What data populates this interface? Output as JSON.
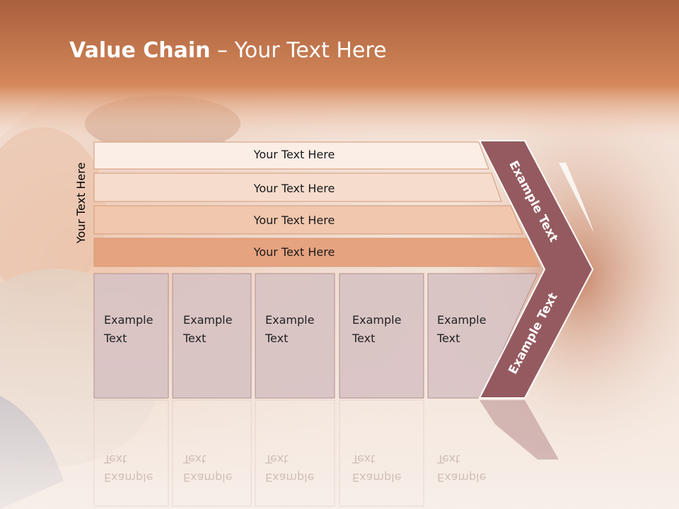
{
  "slide": {
    "title_bold": "Value Chain",
    "title_rest": " – Your Text Here",
    "side_label": "Your Text Here"
  },
  "bars": [
    {
      "label": "Your Text Here",
      "fill": "#fbeee7"
    },
    {
      "label": "Your Text Here",
      "fill": "#f6dccd"
    },
    {
      "label": "Your Text Here",
      "fill": "#f1c7ad"
    },
    {
      "label": "Your Text Here",
      "fill": "#e6a37f"
    }
  ],
  "cells": [
    {
      "line1": "Example",
      "line2": "Text"
    },
    {
      "line1": "Example",
      "line2": "Text"
    },
    {
      "line1": "Example",
      "line2": "Text"
    },
    {
      "line1": "Example",
      "line2": "Text"
    },
    {
      "line1": "Example",
      "line2": "Text"
    }
  ],
  "arrow": {
    "upper_label": "Example Text",
    "lower_label": "Example Text",
    "color": "#955a5f"
  },
  "colors": {
    "header_band": "#d88a5d",
    "cell_fill": "#d8c2c3",
    "cell_border": "#b38f90"
  }
}
